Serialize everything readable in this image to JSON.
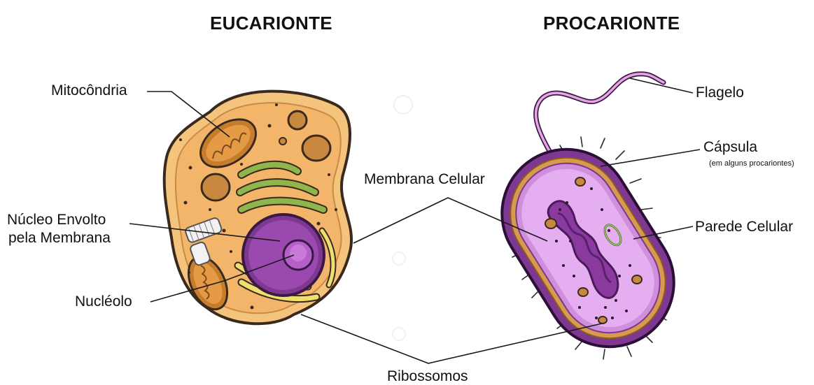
{
  "titles": {
    "eukaryote": "EUCARIONTE",
    "prokaryote": "PROCARIONTE"
  },
  "labels": {
    "mitochondria": "Mitocôndria",
    "nucleus_line1": "Núcleo Envolto",
    "nucleus_line2": "pela Membrana",
    "nucleolus": "Nucléolo",
    "cell_membrane": "Membrana Celular",
    "ribosomes": "Ribossomos",
    "flagellum": "Flagelo",
    "capsule": "Cápsula",
    "capsule_note": "(em alguns procariontes)",
    "cell_wall": "Parede Celular"
  }
}
